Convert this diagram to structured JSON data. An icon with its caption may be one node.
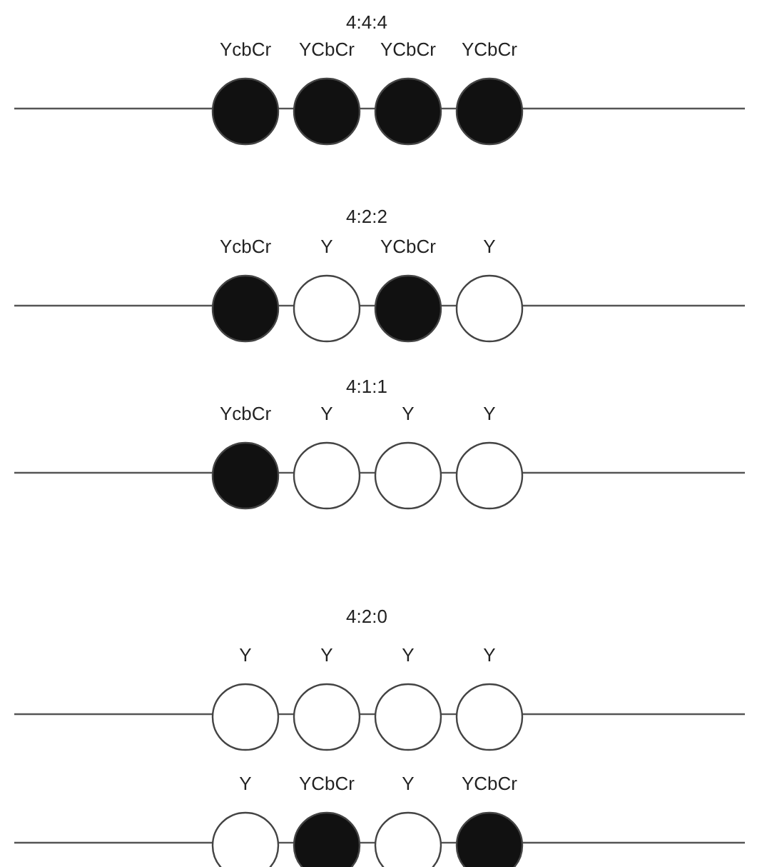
{
  "diagram": {
    "nodes": [
      {
        "text": [
          "YcbCr"
        ]
      },
      {
        "text": [
          "YCbCr"
        ]
      },
      {
        "text": [
          "YCbCr"
        ]
      },
      {
        "text": [
          "YCbCr"
        ]
      },
      {
        "text": [
          "YcbCr"
        ]
      },
      {
        "text": [
          "Y"
        ]
      },
      {
        "text": [
          "YCbCr"
        ]
      },
      {
        "text": [
          "Y"
        ]
      },
      {
        "text": [
          "YcbCr"
        ]
      },
      {
        "text": [
          "Y"
        ]
      },
      {
        "text": [
          "Y"
        ]
      },
      {
        "text": [
          "Y"
        ]
      },
      {
        "text": [
          "Y"
        ]
      },
      {
        "text": [
          "Y"
        ]
      },
      {
        "text": [
          "Y"
        ]
      },
      {
        "text": [
          "Y"
        ]
      },
      {
        "text": [
          "Y"
        ]
      },
      {
        "text": [
          "YCbCr"
        ]
      },
      {
        "text": [
          "Y"
        ]
      },
      {
        "text": [
          "YCbCr"
        ]
      }
    ],
    "edges": [
      {
        "from": null,
        "to": 0,
        "arrow": "none"
      },
      {
        "from": 0,
        "to": 1,
        "arrow": "none"
      },
      {
        "from": 1,
        "to": 2,
        "arrow": "none"
      },
      {
        "from": 2,
        "to": 3,
        "arrow": "none"
      },
      {
        "from": 3,
        "to": null,
        "arrow": "none"
      },
      {
        "from": null,
        "to": 4,
        "arrow": "none"
      },
      {
        "from": 4,
        "to": 5,
        "arrow": "none"
      },
      {
        "from": 5,
        "to": 6,
        "arrow": "none"
      },
      {
        "from": 6,
        "to": 7,
        "arrow": "none"
      },
      {
        "from": 7,
        "to": null,
        "arrow": "none"
      },
      {
        "from": null,
        "to": 8,
        "arrow": "none"
      },
      {
        "from": 8,
        "to": 9,
        "arrow": "none"
      },
      {
        "from": 9,
        "to": 10,
        "arrow": "none"
      },
      {
        "from": 10,
        "to": 11,
        "arrow": "none"
      },
      {
        "from": 11,
        "to": null,
        "arrow": "none"
      },
      {
        "from": null,
        "to": 12,
        "arrow": "none"
      },
      {
        "from": 12,
        "to": 13,
        "arrow": "none"
      },
      {
        "from": 13,
        "to": 14,
        "arrow": "none"
      },
      {
        "from": 14,
        "to": 15,
        "arrow": "none"
      },
      {
        "from": 15,
        "to": null,
        "arrow": "none"
      },
      {
        "from": null,
        "to": 16,
        "arrow": "none"
      },
      {
        "from": 16,
        "to": 17,
        "arrow": "none"
      },
      {
        "from": 17,
        "to": 18,
        "arrow": "none"
      },
      {
        "from": 18,
        "to": 19,
        "arrow": "none"
      },
      {
        "from": 19,
        "to": null,
        "arrow": "none"
      }
    ],
    "labels": [
      "4:4:4",
      "4:2:2",
      "4:1:1",
      "4:2:0"
    ]
  }
}
